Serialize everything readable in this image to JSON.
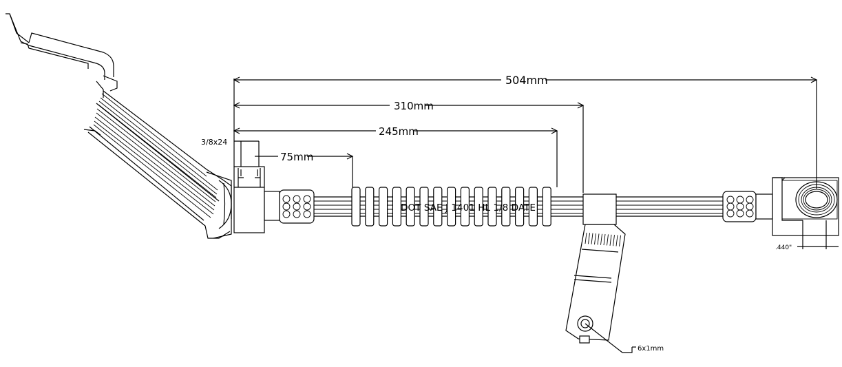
{
  "dimensions": {
    "overall": "504mm",
    "bracket_offset": "310mm",
    "sleeve_end": "245mm",
    "sleeve_start": "75mm",
    "thread": "3/8x24",
    "bolt_hole": ".440\"",
    "bracket_hole": "6x1mm"
  },
  "hose_marking": "DOT SAE J 1401 HL 1/8 DATE"
}
